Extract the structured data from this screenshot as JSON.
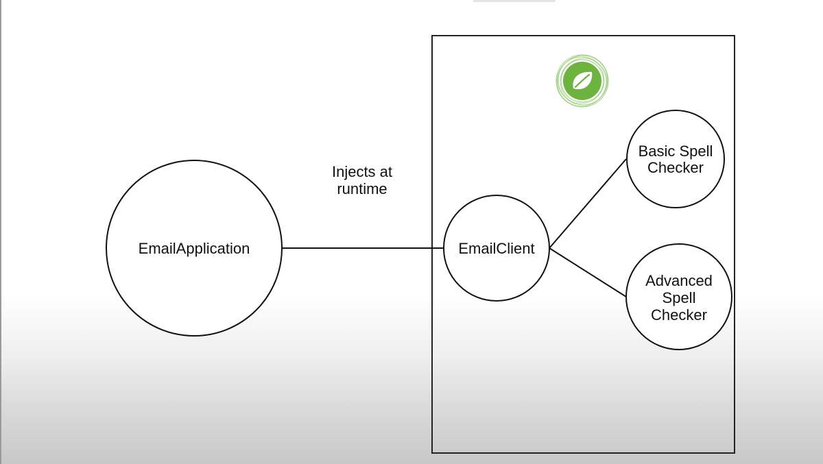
{
  "diagram": {
    "nodes": {
      "email_application": "EmailApplication",
      "email_client": "EmailClient",
      "basic_spell_checker": [
        "Basic Spell",
        "Checker"
      ],
      "advanced_spell_checker": [
        "Advanced",
        "Spell",
        "Checker"
      ]
    },
    "edge_label": [
      "Injects at",
      "runtime"
    ],
    "container": {
      "logo_icon": "spring-leaf-icon",
      "logo_color": "#6db33f"
    },
    "line_color": "#111111"
  }
}
